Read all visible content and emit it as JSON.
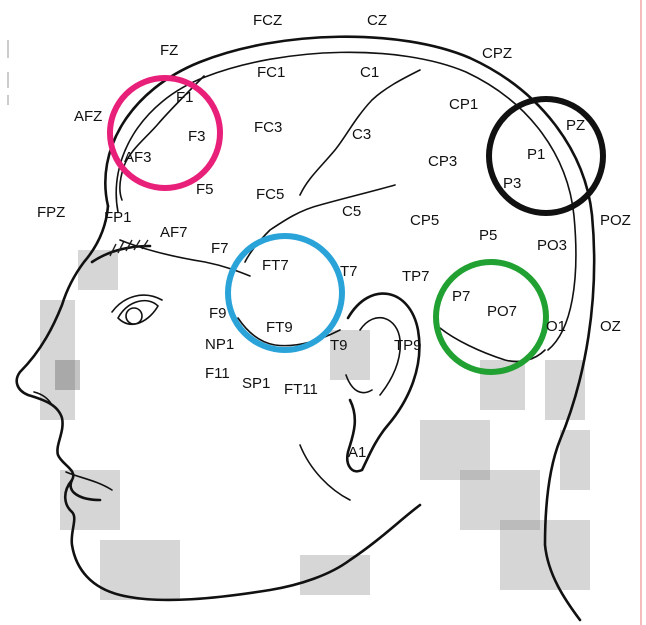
{
  "figure": {
    "electrodes": [
      {
        "name": "FCZ"
      },
      {
        "name": "CZ"
      },
      {
        "name": "FZ"
      },
      {
        "name": "CPZ"
      },
      {
        "name": "FC1"
      },
      {
        "name": "C1"
      },
      {
        "name": "AFZ"
      },
      {
        "name": "F1"
      },
      {
        "name": "CP1"
      },
      {
        "name": "PZ"
      },
      {
        "name": "FC3"
      },
      {
        "name": "C3"
      },
      {
        "name": "F3"
      },
      {
        "name": "AF3"
      },
      {
        "name": "CP3"
      },
      {
        "name": "P1"
      },
      {
        "name": "P3"
      },
      {
        "name": "F5"
      },
      {
        "name": "FPZ"
      },
      {
        "name": "FC5"
      },
      {
        "name": "C5"
      },
      {
        "name": "FP1"
      },
      {
        "name": "CP5"
      },
      {
        "name": "POZ"
      },
      {
        "name": "AF7"
      },
      {
        "name": "P5"
      },
      {
        "name": "PO3"
      },
      {
        "name": "F7"
      },
      {
        "name": "FT7"
      },
      {
        "name": "T7"
      },
      {
        "name": "TP7"
      },
      {
        "name": "P7"
      },
      {
        "name": "F9"
      },
      {
        "name": "PO7"
      },
      {
        "name": "O1"
      },
      {
        "name": "OZ"
      },
      {
        "name": "FT9"
      },
      {
        "name": "NP1"
      },
      {
        "name": "T9"
      },
      {
        "name": "TP9"
      },
      {
        "name": "F11"
      },
      {
        "name": "SP1"
      },
      {
        "name": "FT11"
      },
      {
        "name": "A1"
      }
    ],
    "highlight_circles": [
      {
        "name": "frontal",
        "color": "#e8207a"
      },
      {
        "name": "fronto-temporal",
        "color": "#2aa3d9"
      },
      {
        "name": "parieto-occipital",
        "color": "#21a131"
      },
      {
        "name": "parietal",
        "color": "#111111"
      }
    ],
    "margin_line_color": "#f0a5a5"
  }
}
